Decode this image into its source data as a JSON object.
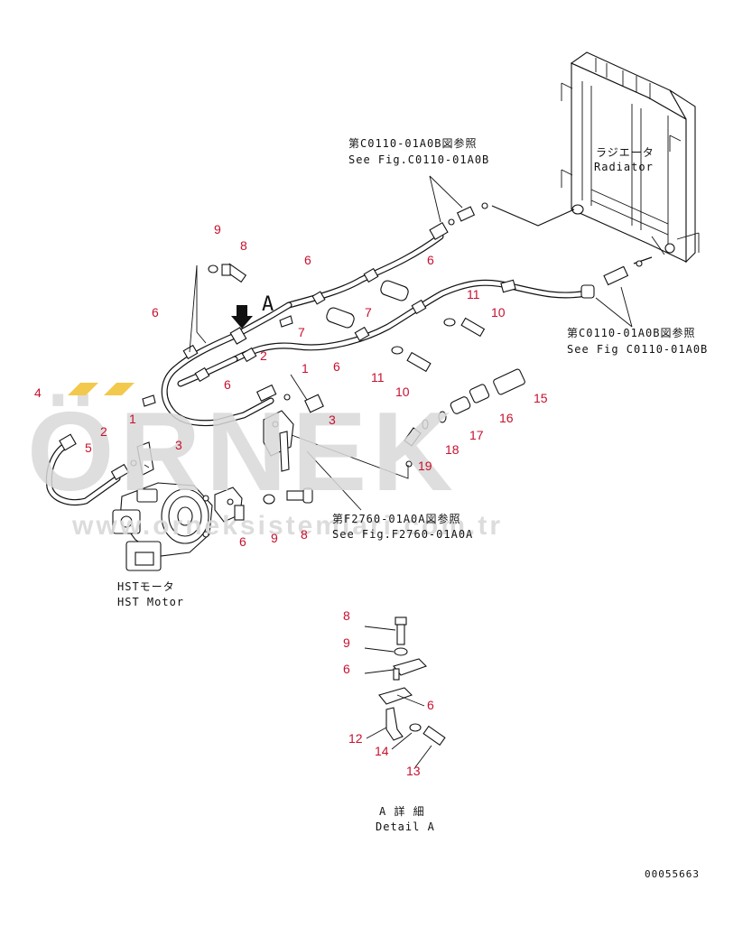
{
  "watermark": {
    "brand": "ÖRNEK",
    "url": "www.orneksistemlari.com.tr",
    "color": "#d9d9d9",
    "accent": "#f2c94c"
  },
  "labels": {
    "ref_top_jp": "第C0110-01A0B図参照",
    "ref_top_en": "See Fig.C0110-01A0B",
    "radiator_jp": "ラジエータ",
    "radiator_en": "Radiator",
    "ref_right_jp": "第C0110-01A0B図参照",
    "ref_right_en": "See Fig C0110-01A0B",
    "ref_mid_jp": "第F2760-01A0A図参照",
    "ref_mid_en": "See Fig.F2760-01A0A",
    "motor_jp": "HSTモータ",
    "motor_en": "HST Motor",
    "view_letter": "A",
    "detail_jp": "A 詳 細",
    "detail_en": "Detail A",
    "drawing_number": "00055663"
  },
  "callouts": [
    "9",
    "8",
    "6",
    "6",
    "6",
    "7",
    "7",
    "A",
    "2",
    "11",
    "10",
    "6",
    "1",
    "11",
    "10",
    "6",
    "4",
    "5",
    "2",
    "1",
    "3",
    "3",
    "15",
    "16",
    "17",
    "18",
    "19",
    "6",
    "9",
    "8",
    "8",
    "9",
    "6",
    "6",
    "12",
    "14",
    "13"
  ],
  "colors": {
    "line": "#111111",
    "callout": "#c8102e",
    "background": "#ffffff"
  }
}
